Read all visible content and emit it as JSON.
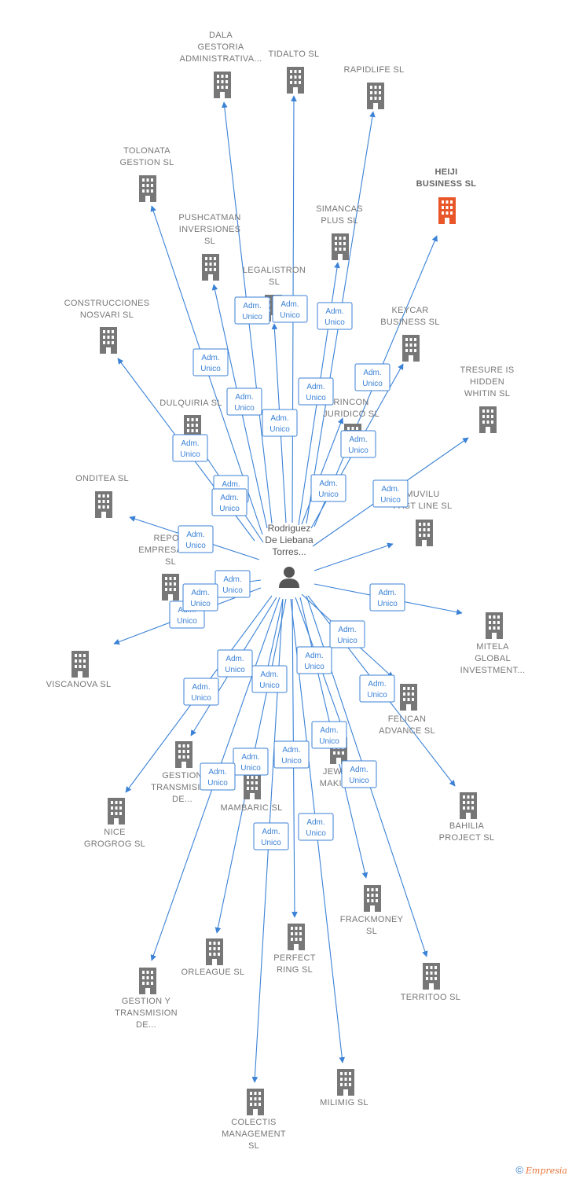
{
  "center": {
    "label_lines": [
      "Rodriguez",
      "De Liebana",
      "Torres..."
    ],
    "icon": "person-icon"
  },
  "badge": {
    "line1": "Adm.",
    "line2": "Unico"
  },
  "colors": {
    "edge": "#3b82d6",
    "node": "#777777",
    "highlight": "#e8562a"
  },
  "nodes": [
    {
      "id": "dala",
      "label_lines": [
        "DALA",
        "GESTORIA",
        "ADMINISTRATIVA..."
      ],
      "highlight": false
    },
    {
      "id": "tidalto",
      "label_lines": [
        "TIDALTO SL"
      ],
      "highlight": false
    },
    {
      "id": "rapidlife",
      "label_lines": [
        "RAPIDLIFE SL"
      ],
      "highlight": false
    },
    {
      "id": "tolonata",
      "label_lines": [
        "TOLONATA",
        "GESTION SL"
      ],
      "highlight": false
    },
    {
      "id": "heiji",
      "label_lines": [
        "HEIJI",
        "BUSINESS SL"
      ],
      "highlight": true
    },
    {
      "id": "pushcatman",
      "label_lines": [
        "PUSHCATMAN",
        "INVERSIONES",
        "SL"
      ],
      "highlight": false
    },
    {
      "id": "simancas",
      "label_lines": [
        "SIMANCAS",
        "PLUS SL"
      ],
      "highlight": false
    },
    {
      "id": "legalistron",
      "label_lines": [
        "LEGALISTRON",
        "SL"
      ],
      "highlight": false
    },
    {
      "id": "construcciones",
      "label_lines": [
        "CONSTRUCCIONES",
        "NOSVARI SL"
      ],
      "highlight": false
    },
    {
      "id": "keycar",
      "label_lines": [
        "KEYCAR",
        "BUSINESS SL"
      ],
      "highlight": false
    },
    {
      "id": "tresure",
      "label_lines": [
        "TRESURE IS",
        "HIDDEN",
        "WHITIN SL"
      ],
      "highlight": false
    },
    {
      "id": "dulquiria",
      "label_lines": [
        "DULQUIRIA SL"
      ],
      "highlight": false
    },
    {
      "id": "rincon",
      "label_lines": [
        "RINCON",
        "JURIDICO SL"
      ],
      "highlight": false
    },
    {
      "id": "onditea",
      "label_lines": [
        "ONDITEA SL"
      ],
      "highlight": false
    },
    {
      "id": "muvilu",
      "label_lines": [
        "MUVILU",
        "FAST LINE SL"
      ],
      "highlight": false
    },
    {
      "id": "repow",
      "label_lines": [
        "REPOW",
        "EMPRESARIAL",
        "SL"
      ],
      "highlight": false
    },
    {
      "id": "mitela",
      "label_lines": [
        "MITELA",
        "GLOBAL",
        "INVESTMENT..."
      ],
      "highlight": false
    },
    {
      "id": "viscanova",
      "label_lines": [
        "VISCANOVA SL"
      ],
      "highlight": false
    },
    {
      "id": "felican",
      "label_lines": [
        "FELICAN",
        "ADVANCE SL"
      ],
      "highlight": false
    },
    {
      "id": "gestion1",
      "label_lines": [
        "GESTION",
        "TRANSMISION",
        "DE..."
      ],
      "highlight": false
    },
    {
      "id": "jewel",
      "label_lines": [
        "JEWEL",
        "MAKIN..."
      ],
      "highlight": false
    },
    {
      "id": "mambaric",
      "label_lines": [
        "MAMBARIC SL"
      ],
      "highlight": false
    },
    {
      "id": "nice",
      "label_lines": [
        "NICE",
        "GROGROG SL"
      ],
      "highlight": false
    },
    {
      "id": "bahilia",
      "label_lines": [
        "BAHILIA",
        "PROJECT SL"
      ],
      "highlight": false
    },
    {
      "id": "frackmoney",
      "label_lines": [
        "FRACKMONEY",
        "SL"
      ],
      "highlight": false
    },
    {
      "id": "perfect",
      "label_lines": [
        "PERFECT",
        "RING SL"
      ],
      "highlight": false
    },
    {
      "id": "orleague",
      "label_lines": [
        "ORLEAGUE SL"
      ],
      "highlight": false
    },
    {
      "id": "territoo",
      "label_lines": [
        "TERRITOO SL"
      ],
      "highlight": false
    },
    {
      "id": "gestion2",
      "label_lines": [
        "GESTION Y",
        "TRANSMISION",
        "DE..."
      ],
      "highlight": false
    },
    {
      "id": "milimig",
      "label_lines": [
        "MILIMIG SL"
      ],
      "highlight": false
    },
    {
      "id": "colectis",
      "label_lines": [
        "COLECTIS",
        "MANAGEMENT",
        "SL"
      ],
      "highlight": false
    }
  ],
  "footer": {
    "copyright": "©",
    "brand": "Empresia"
  }
}
